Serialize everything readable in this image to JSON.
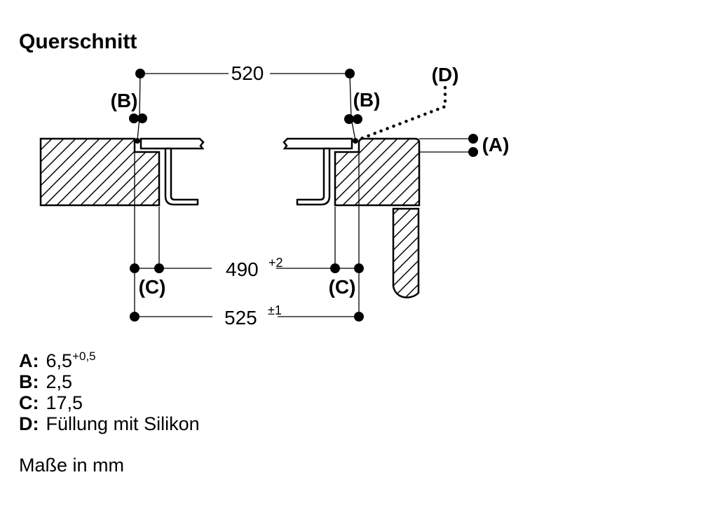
{
  "page": {
    "title": "Querschnitt",
    "units_note": "Maße in mm",
    "background": "#ffffff",
    "line_color": "#000000"
  },
  "dimensions": {
    "top_width": {
      "value": "520",
      "tolerance": ""
    },
    "cutout_width": {
      "value": "490",
      "tolerance": "+2"
    },
    "recess_width": {
      "value": "525",
      "tolerance": "±1"
    }
  },
  "callouts": {
    "a": "(A)",
    "b_left": "(B)",
    "b_right": "(B)",
    "c_left": "(C)",
    "c_right": "(C)",
    "d": "(D)"
  },
  "legend": {
    "items": [
      {
        "key": "A:",
        "value": "6,5",
        "sup": "+0,5"
      },
      {
        "key": "B:",
        "value": "2,5",
        "sup": ""
      },
      {
        "key": "C:",
        "value": "17,5",
        "sup": ""
      },
      {
        "key": "D:",
        "value": "Füllung mit Silikon",
        "sup": ""
      }
    ]
  }
}
